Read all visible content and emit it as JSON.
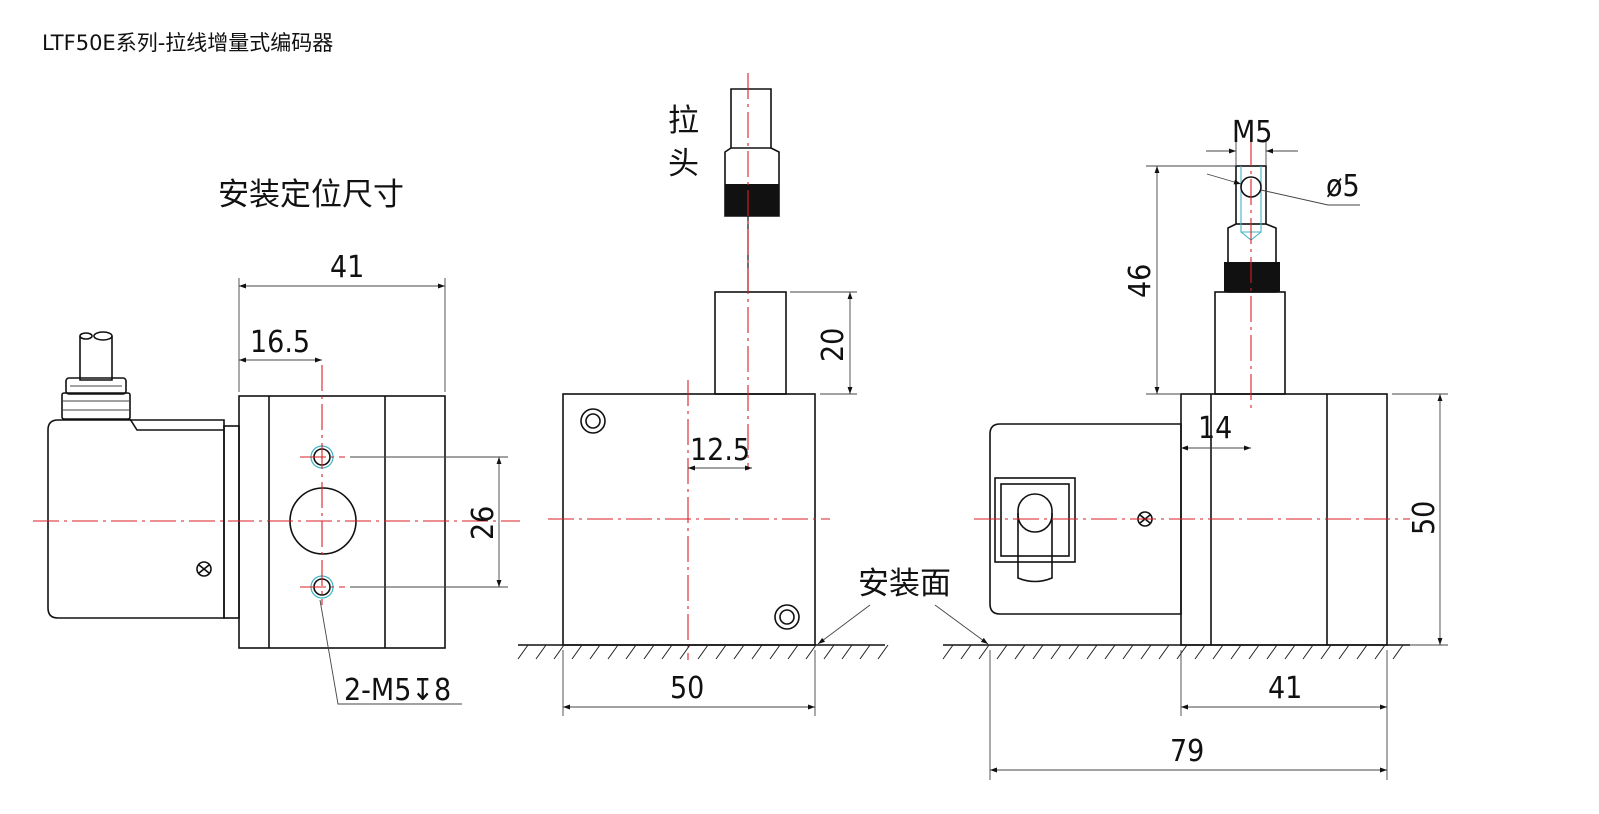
{
  "title": "LTF50E系列-拉线增量式编码器",
  "labels": {
    "mount_dims": "安装定位尺寸",
    "pull_head_1": "拉",
    "pull_head_2": "头",
    "mount_face": "安装面"
  },
  "left_view": {
    "dim_width": "41",
    "dim_offset": "16.5",
    "dim_hole_spacing": "26",
    "hole_callout": "2-M5↧8"
  },
  "front_view": {
    "dim_width": "50",
    "dim_sleeve": "20",
    "dim_offset": "12.5"
  },
  "right_view": {
    "dim_thread": "M5",
    "dim_diameter": "ø5",
    "dim_height_46": "46",
    "dim_offset_14": "14",
    "dim_height_50": "50",
    "dim_body": "41",
    "dim_total": "79"
  },
  "colors": {
    "centerline": "#d81f26",
    "line": "#111111",
    "hidden": "#3fb5c4"
  }
}
